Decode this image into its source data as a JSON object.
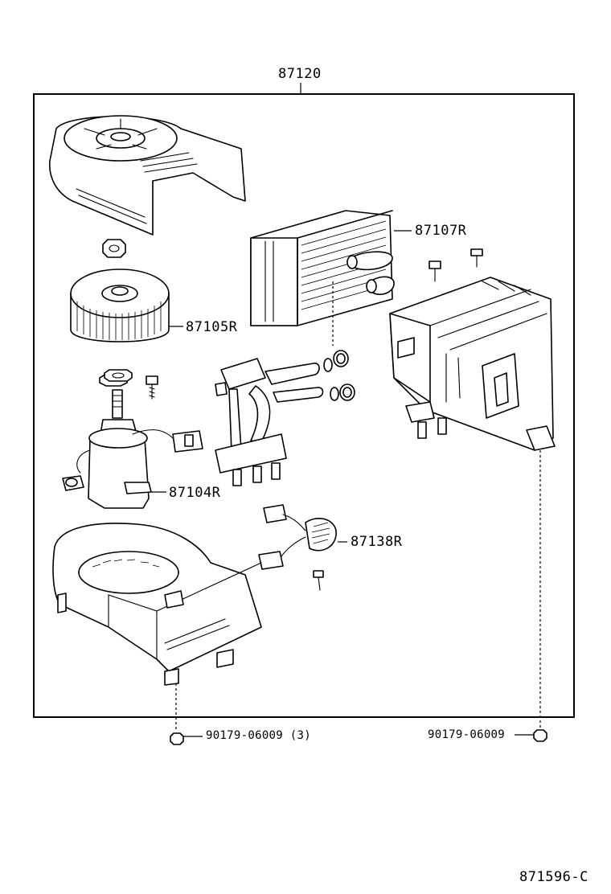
{
  "assembly_label": "87120",
  "parts": {
    "heater_core": "87107R",
    "blower_fan": "87105R",
    "blower_motor": "87104R",
    "resistor": "87138R"
  },
  "fasteners": {
    "left_nut": "90179-06009 (3)",
    "right_nut": "90179-06009"
  },
  "figure_code": "871596-C"
}
